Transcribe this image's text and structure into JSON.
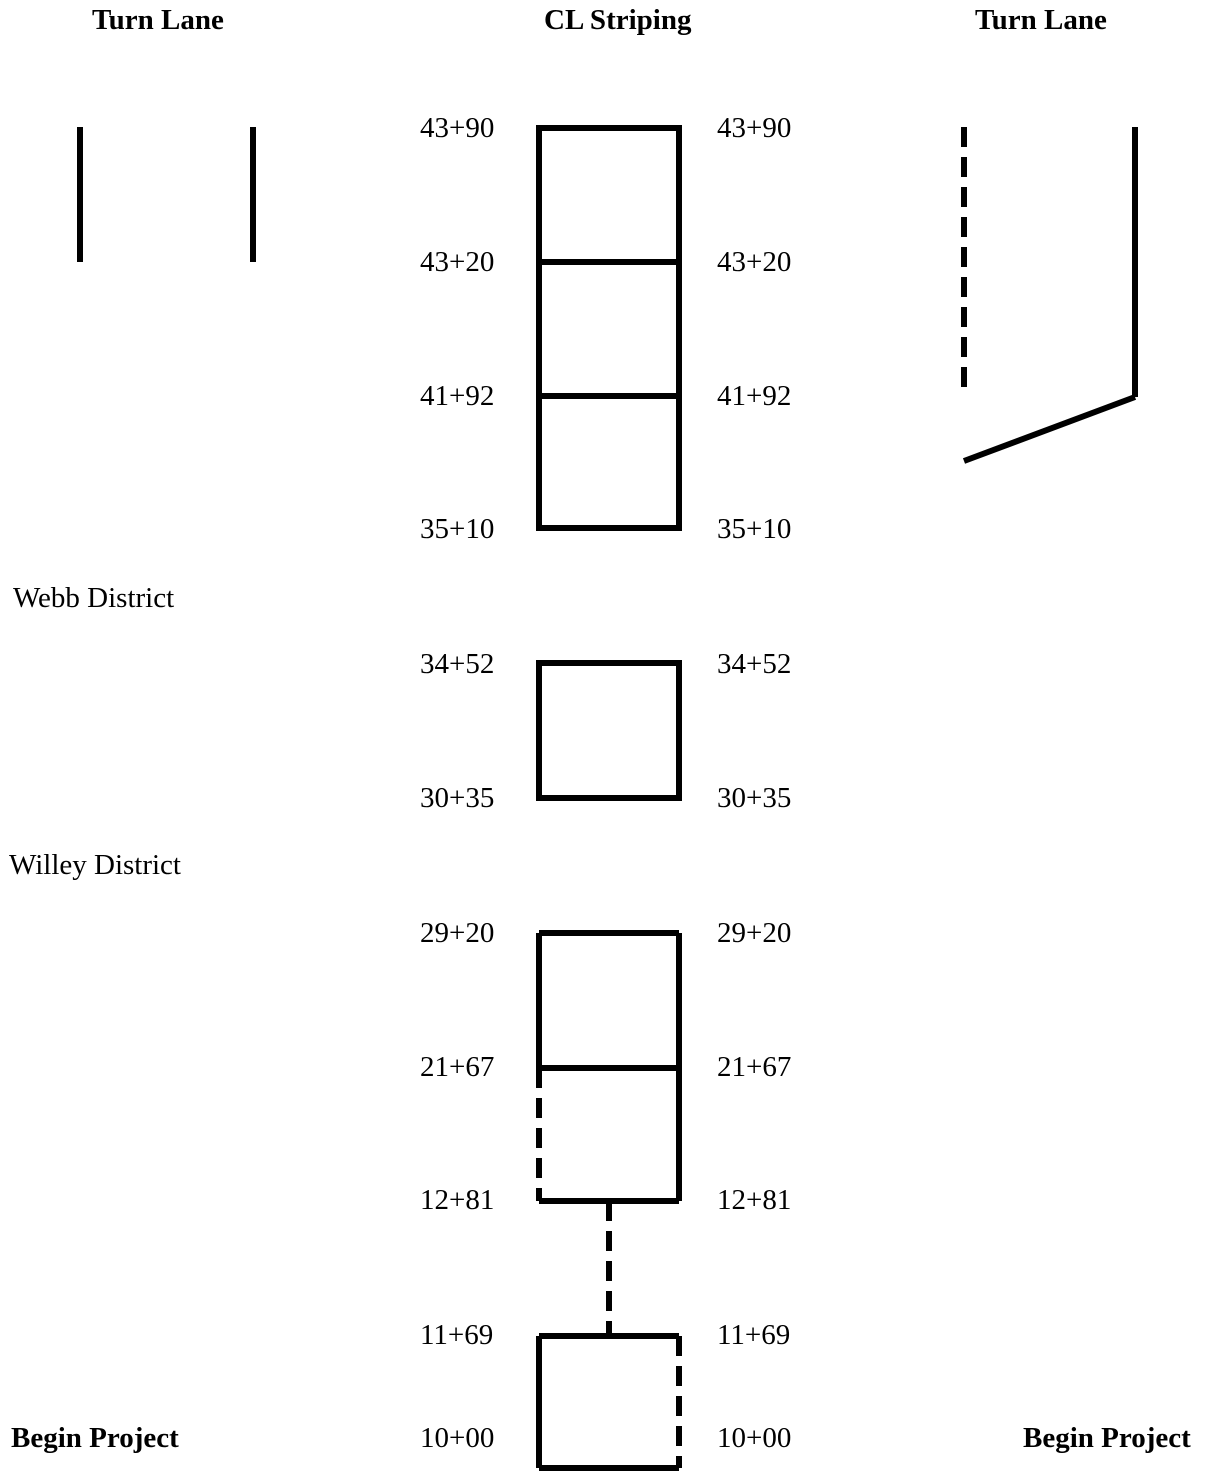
{
  "headers": {
    "left": "Turn Lane",
    "center": "CL Striping",
    "right": "Turn Lane"
  },
  "stations": [
    {
      "left": "43+90",
      "right": "43+90"
    },
    {
      "left": "43+20",
      "right": "43+20"
    },
    {
      "left": "41+92",
      "right": "41+92"
    },
    {
      "left": "35+10",
      "right": "35+10"
    },
    {
      "left": "34+52",
      "right": "34+52"
    },
    {
      "left": "30+35",
      "right": "30+35"
    },
    {
      "left": "29+20",
      "right": "29+20"
    },
    {
      "left": "21+67",
      "right": "21+67"
    },
    {
      "left": "12+81",
      "right": "12+81"
    },
    {
      "left": "11+69",
      "right": "11+69"
    },
    {
      "left": "10+00",
      "right": "10+00"
    }
  ],
  "districts": {
    "webb": "Webb District",
    "willey": "Willey District"
  },
  "footer": {
    "left": "Begin Project",
    "right": "Begin Project"
  }
}
